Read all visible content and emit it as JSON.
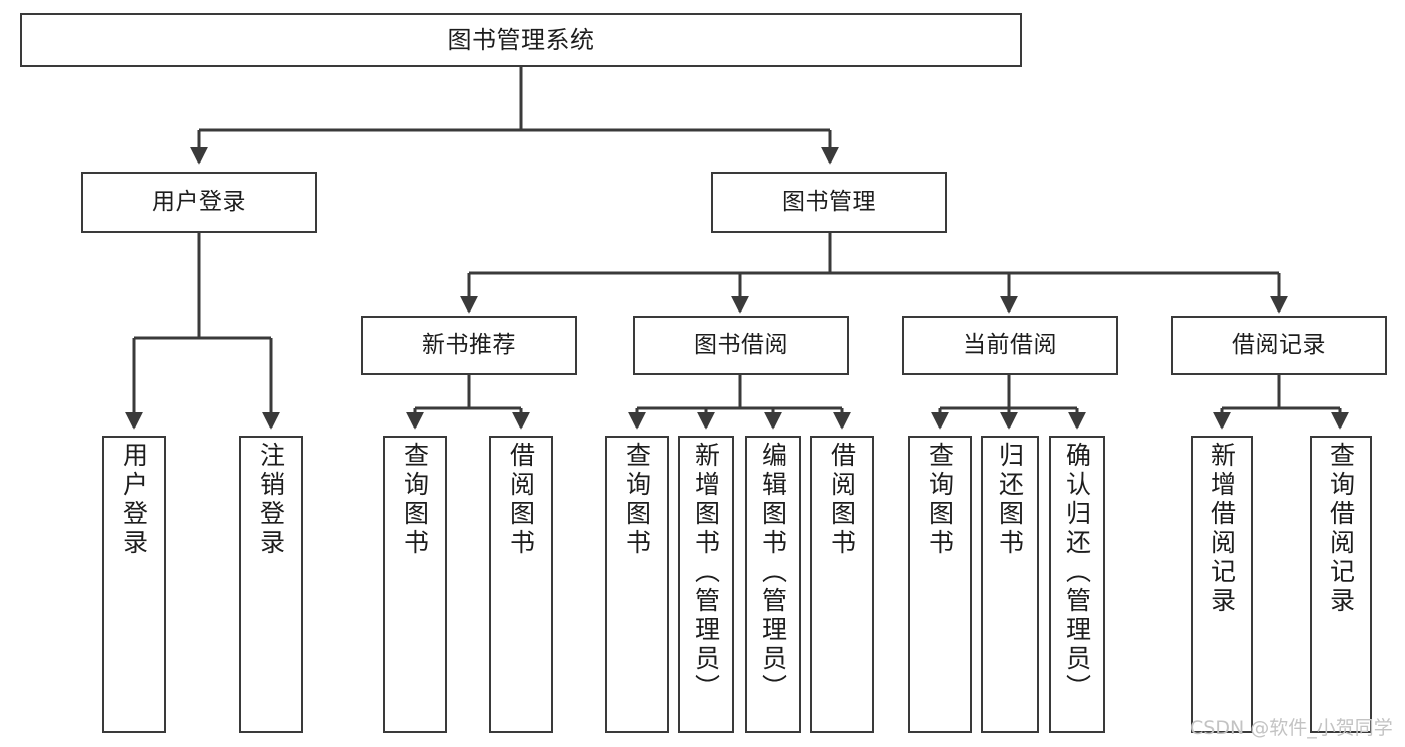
{
  "diagram": {
    "title": "图书管理系统",
    "type": "tree-hierarchy",
    "stroke_color": "#3a3a3a",
    "fill_color": "#ffffff",
    "text_color": "#1d1d1d"
  },
  "nodes": {
    "root": {
      "label": "图书管理系统"
    },
    "level1": [
      {
        "id": "user-login",
        "label": "用户登录"
      },
      {
        "id": "book-manage",
        "label": "图书管理"
      }
    ],
    "level2": [
      {
        "id": "new-book-recommend",
        "label": "新书推荐"
      },
      {
        "id": "book-borrow",
        "label": "图书借阅"
      },
      {
        "id": "current-borrow",
        "label": "当前借阅"
      },
      {
        "id": "borrow-record",
        "label": "借阅记录"
      }
    ],
    "leaves": {
      "user_login": [
        {
          "id": "leaf-user-login",
          "label": "用户登录"
        },
        {
          "id": "leaf-logout",
          "label": "注销登录"
        }
      ],
      "new_book_recommend": [
        {
          "id": "leaf-query-book-1",
          "label": "查询图书"
        },
        {
          "id": "leaf-borrow-book-1",
          "label": "借阅图书"
        }
      ],
      "book_borrow": [
        {
          "id": "leaf-query-book-2",
          "label": "查询图书"
        },
        {
          "id": "leaf-add-book",
          "label": "新增图书（管理员）"
        },
        {
          "id": "leaf-edit-book",
          "label": "编辑图书（管理员）"
        },
        {
          "id": "leaf-borrow-book-2",
          "label": "借阅图书"
        }
      ],
      "current_borrow": [
        {
          "id": "leaf-query-book-3",
          "label": "查询图书"
        },
        {
          "id": "leaf-return-book",
          "label": "归还图书"
        },
        {
          "id": "leaf-confirm-return",
          "label": "确认归还（管理员）"
        }
      ],
      "borrow_record": [
        {
          "id": "leaf-add-record",
          "label": "新增借阅记录"
        },
        {
          "id": "leaf-query-record",
          "label": "查询借阅记录"
        }
      ]
    }
  },
  "watermark": {
    "text": "CSDN @软件_小贺同学"
  }
}
